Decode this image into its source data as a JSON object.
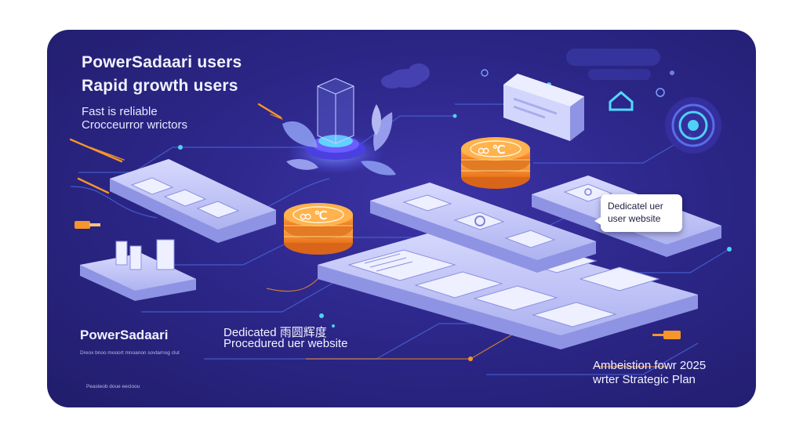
{
  "headline": {
    "line1": "PowerSadaari users",
    "line2": "Rapid growth users",
    "sub1": "Fast is reliable",
    "sub2": "Crocceurror wrictors"
  },
  "brand": {
    "name": "PowerSadaari",
    "tagline": "Dreox bnoo mooort mnoanon sovtarnog clut",
    "footnote": "Peasteob doue eecloou"
  },
  "center_caption": {
    "line1": "Dedicated 雨圆辉度",
    "line2": "Procedured uer website"
  },
  "bubble": {
    "line1": "Dedicatel uer",
    "line2": "user website"
  },
  "plan": {
    "line1": "Ambeistion fowr 2025",
    "line2": "wrter Strategic Plan"
  },
  "icons": [
    "crystal-cube-icon",
    "leaf-icon",
    "coin-stack-icon",
    "cloud-icon",
    "home-icon",
    "target-icon",
    "chat-bubble-icon"
  ],
  "colors": {
    "background": "#2c2789",
    "accent_orange": "#f5952b",
    "accent_cyan": "#4fd1f5",
    "platform": "#c9cdfb"
  }
}
